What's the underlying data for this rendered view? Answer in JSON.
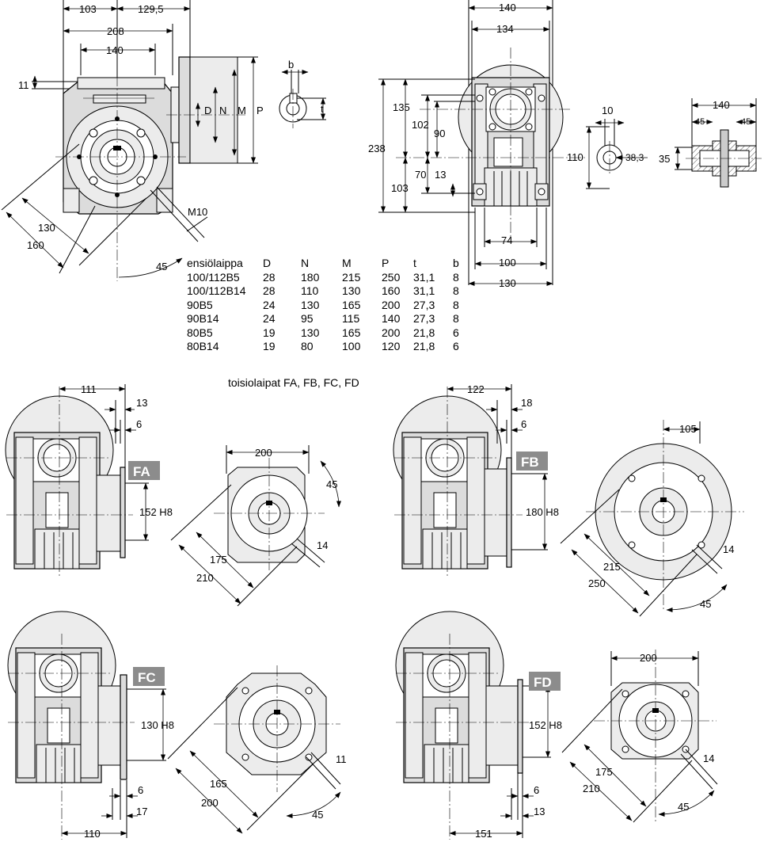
{
  "top_left_view": {
    "dims": [
      "103",
      "129,5",
      "208",
      "140",
      "11",
      "D",
      "N",
      "M",
      "P",
      "M10",
      "130",
      "160",
      "45"
    ]
  },
  "key_detail": {
    "dims": [
      "b",
      "t"
    ]
  },
  "top_right_view": {
    "dims": [
      "140",
      "134",
      "135",
      "102",
      "90",
      "238",
      "70",
      "13",
      "103",
      "74",
      "100",
      "130"
    ]
  },
  "shaft_detail": {
    "dims": [
      "10",
      "110",
      "38,3"
    ]
  },
  "hollow_shaft": {
    "dims": [
      "140",
      "45",
      "45",
      "35"
    ]
  },
  "flange_table": {
    "headers": [
      "ensiölaippa",
      "D",
      "N",
      "M",
      "P",
      "t",
      "b"
    ],
    "rows": [
      [
        "100/112B5",
        "28",
        "180",
        "215",
        "250",
        "31,1",
        "8"
      ],
      [
        "100/112B14",
        "28",
        "110",
        "130",
        "160",
        "31,1",
        "8"
      ],
      [
        "90B5",
        "24",
        "130",
        "165",
        "200",
        "27,3",
        "8"
      ],
      [
        "90B14",
        "24",
        "95",
        "115",
        "140",
        "27,3",
        "8"
      ],
      [
        "80B5",
        "19",
        "130",
        "165",
        "200",
        "21,8",
        "6"
      ],
      [
        "80B14",
        "19",
        "80",
        "100",
        "120",
        "21,8",
        "6"
      ]
    ]
  },
  "output_flanges_title": "toisiolaipat FA, FB, FC, FD",
  "fa": {
    "badge": "FA",
    "side_dims": [
      "111",
      "13",
      "6",
      "152 H8"
    ],
    "front_dims": [
      "200",
      "45",
      "175",
      "210",
      "14"
    ]
  },
  "fb": {
    "badge": "FB",
    "side_dims": [
      "122",
      "18",
      "6",
      "180 H8"
    ],
    "front_dims": [
      "105",
      "215",
      "250",
      "14",
      "45"
    ]
  },
  "fc": {
    "badge": "FC",
    "side_dims": [
      "130 H8",
      "6",
      "17",
      "110"
    ],
    "front_dims": [
      "165",
      "200",
      "11",
      "45"
    ]
  },
  "fd": {
    "badge": "FD",
    "side_dims": [
      "152 H8",
      "6",
      "13",
      "151"
    ],
    "front_dims": [
      "200",
      "175",
      "210",
      "14",
      "45"
    ]
  },
  "colors": {
    "housing": "#dcdcdc",
    "badge": "#8c8c8c",
    "line": "#000000"
  }
}
